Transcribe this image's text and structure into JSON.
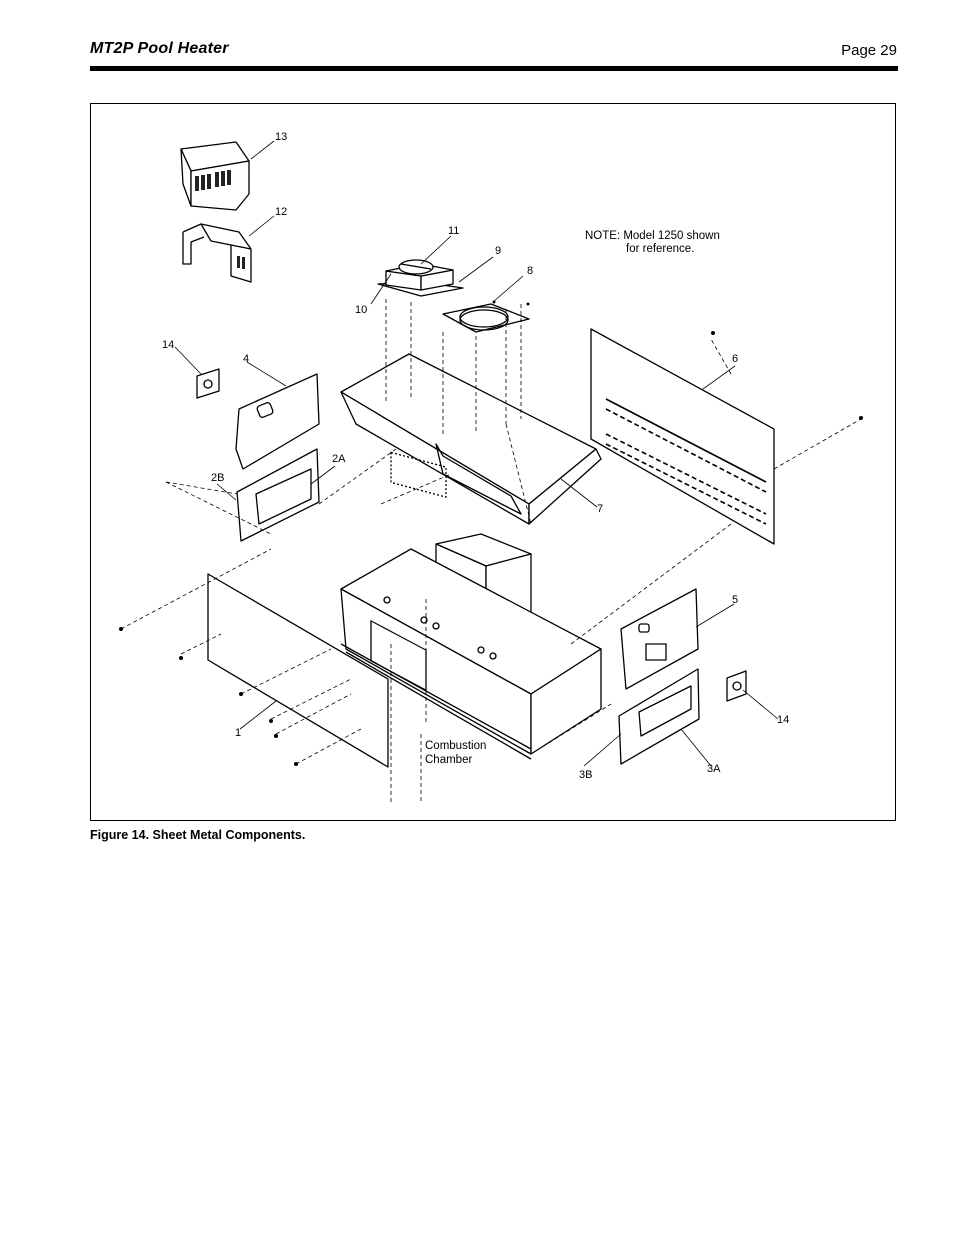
{
  "header": {
    "title": "MT2P Pool Heater",
    "page": "Page 29"
  },
  "figure": {
    "note_line1": "NOTE: Model 1250 shown",
    "note_line2": "for reference.",
    "callouts": {
      "c13": "13",
      "c12": "12",
      "c11": "11",
      "c9": "9",
      "c8": "8",
      "c10": "10",
      "c14a": "14",
      "c4": "4",
      "c6": "6",
      "c2a": "2A",
      "c2b": "2B",
      "c7": "7",
      "c5": "5",
      "c1": "1",
      "c14b": "14",
      "c3b": "3B",
      "c3a": "3A"
    },
    "combustion_line1": "Combustion",
    "combustion_line2": "Chamber",
    "caption": "Figure 14. Sheet Metal Components."
  }
}
